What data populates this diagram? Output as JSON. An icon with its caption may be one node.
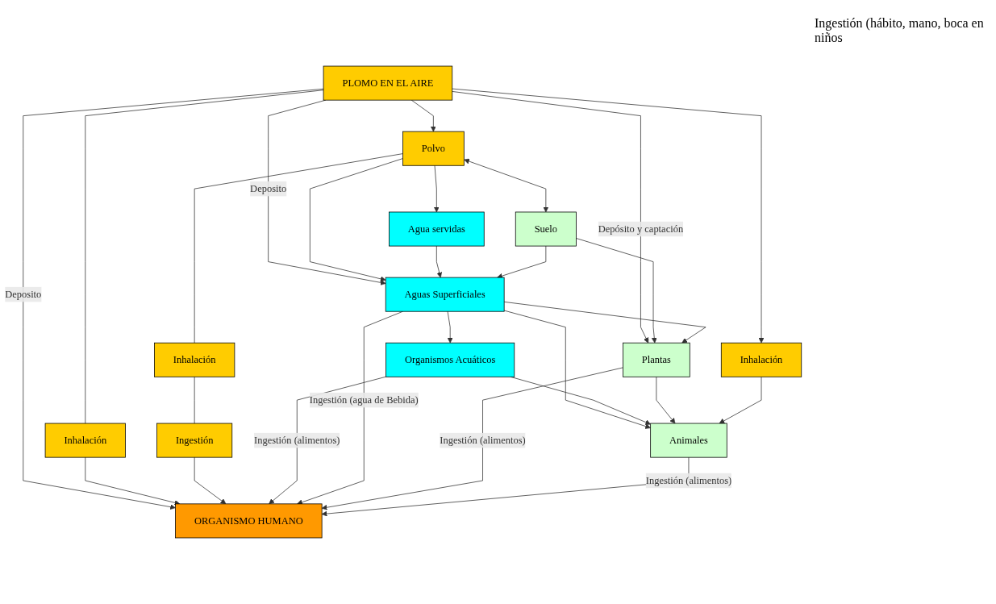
{
  "diagram": {
    "nodes": [
      {
        "text": [
          "PLOMO EN EL AIRE"
        ]
      },
      {
        "text": [
          "Suelo"
        ]
      },
      {
        "text": [
          "Inhalación"
        ]
      },
      {
        "text": [
          "Polvo"
        ]
      },
      {
        "text": [
          "Agua servidas"
        ]
      },
      {
        "text": [
          "Aguas Superficiales"
        ]
      },
      {
        "text": [
          "Inhalación"
        ]
      },
      {
        "text": [
          "Plantas"
        ]
      },
      {
        "text": [
          "Inhalación"
        ]
      },
      {
        "text": [
          "Organismos Acuáticos"
        ]
      },
      {
        "text": [
          "Animales"
        ]
      },
      {
        "text": [
          "Ingestión"
        ]
      },
      {
        "text": [
          "ORGANISMO HUMANO"
        ]
      }
    ],
    "edges": [
      {
        "from": 0,
        "to": 3,
        "arrow": "to"
      },
      {
        "from": 0,
        "to": 5,
        "arrow": "to",
        "label": "Deposito"
      },
      {
        "from": 0,
        "to": 12,
        "arrow": "to",
        "label": "Deposito"
      },
      {
        "from": 0,
        "to": 7,
        "arrow": "to",
        "label": "Depósito y captación"
      },
      {
        "from": 0,
        "to": 2,
        "arrow": "to"
      },
      {
        "from": 0,
        "to": 6,
        "arrow": "none"
      },
      {
        "from": 6,
        "to": 12,
        "arrow": "to"
      },
      {
        "from": 3,
        "to": 1,
        "arrow": "both"
      },
      {
        "from": 3,
        "to": 4,
        "arrow": "to"
      },
      {
        "from": 3,
        "to": 5,
        "arrow": "to"
      },
      {
        "from": 4,
        "to": 5,
        "arrow": "to"
      },
      {
        "from": 1,
        "to": 5,
        "arrow": "to"
      },
      {
        "from": 1,
        "to": 7,
        "arrow": "to"
      },
      {
        "from": 5,
        "to": 7,
        "arrow": "to"
      },
      {
        "from": 5,
        "to": 9,
        "arrow": "to"
      },
      {
        "from": 5,
        "to": 10,
        "arrow": "to"
      },
      {
        "from": 9,
        "to": 10,
        "arrow": "to"
      },
      {
        "from": 7,
        "to": 10,
        "arrow": "to"
      },
      {
        "from": 2,
        "to": 10,
        "arrow": "to"
      },
      {
        "from": 3,
        "to": 8,
        "arrow": "none"
      },
      {
        "from": 8,
        "to": 11,
        "arrow": "none"
      },
      {
        "from": 11,
        "to": 12,
        "arrow": "to"
      },
      {
        "from": 9,
        "to": 12,
        "arrow": "to",
        "label": "Ingestión (alimentos)"
      },
      {
        "from": 5,
        "to": 12,
        "arrow": "to",
        "label": "Ingestión (agua de Bebida)"
      },
      {
        "from": 7,
        "to": 12,
        "arrow": "to",
        "label": "Ingestión (alimentos)"
      },
      {
        "from": 10,
        "to": 12,
        "arrow": "to",
        "label": "Ingestión (alimentos)"
      }
    ],
    "labels": [
      "Ingestión (hábito, mano, boca en niños"
    ]
  }
}
